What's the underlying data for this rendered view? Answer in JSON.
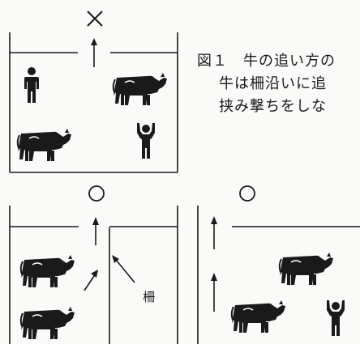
{
  "caption": {
    "line1": "図１　牛の追い方の",
    "line2": "牛は柵沿いに追",
    "line3": "挟み撃ちをしな"
  },
  "panels": {
    "top": {
      "verdict": "×"
    },
    "bottom_left": {
      "verdict": "○",
      "fence_label": "柵"
    },
    "bottom_right": {
      "verdict": "○"
    }
  }
}
